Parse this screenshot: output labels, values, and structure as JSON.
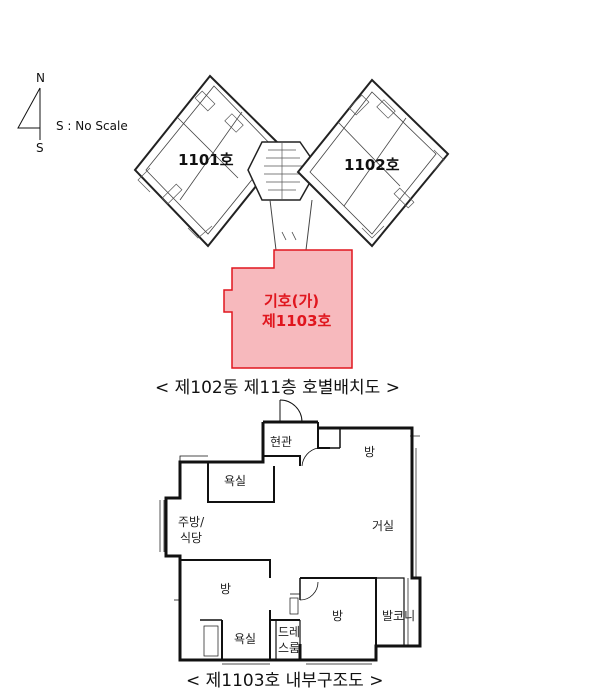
{
  "compass": {
    "north": "N",
    "south": "S",
    "scale_note": "S : No Scale"
  },
  "site_plan": {
    "units": [
      "1101호",
      "1102호"
    ],
    "highlighted_unit": {
      "line1": "기호(가)",
      "line2": "제1103호"
    },
    "colors": {
      "highlight_fill": "#f7b9bd",
      "highlight_stroke": "#e0161e"
    },
    "caption": "< 제102동 제11층 호별배치도 >"
  },
  "floor_plan": {
    "rooms": {
      "entrance": "현관",
      "bedroom_top": "방",
      "bathroom_top": "욕실",
      "kitchen_line1": "주방/",
      "kitchen_line2": "식당",
      "living_room": "거실",
      "bedroom_left": "방",
      "bedroom_center": "방",
      "balcony": "발코니",
      "bathroom_bottom": "욕실",
      "dressroom_line1": "드레",
      "dressroom_line2": "스룸"
    },
    "caption": "< 제1103호 내부구조도 >"
  }
}
